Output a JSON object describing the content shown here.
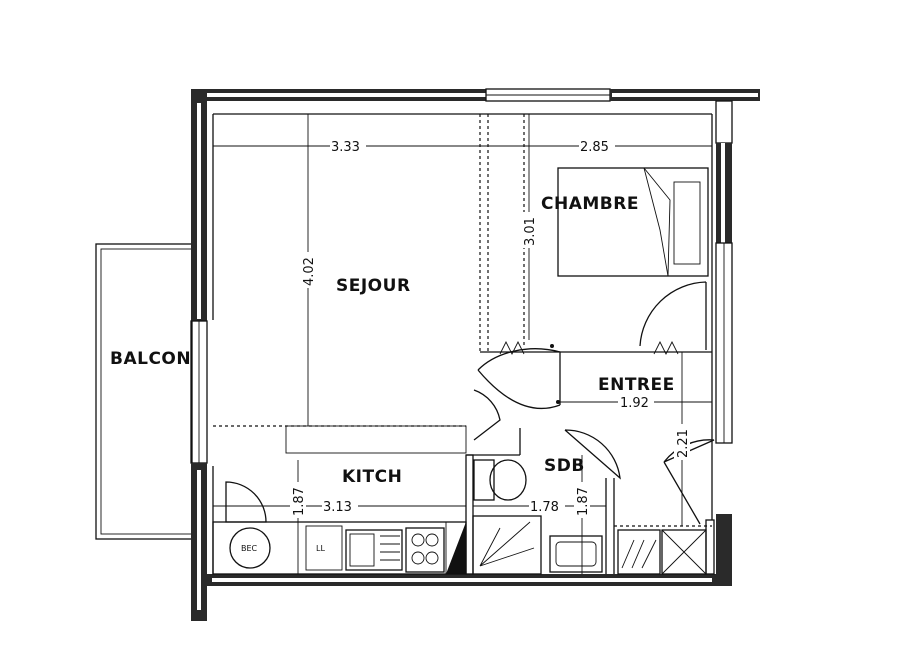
{
  "rooms": {
    "sejour": "SEJOUR",
    "chambre": "CHAMBRE",
    "balcon": "BALCON",
    "entree": "ENTREE",
    "kitch": "KITCH",
    "sdb": "SDB"
  },
  "dimensions": {
    "sejour_width": "3.33",
    "chambre_width": "2.85",
    "sejour_depth": "4.02",
    "chambre_depth": "3.01",
    "entree_width": "1.92",
    "entree_depth": "2.21",
    "kitch_width": "3.13",
    "kitch_depth": "1.87",
    "sdb_width": "1.78",
    "sdb_depth": "1.87"
  },
  "fixtures": {
    "boiler": "BEC",
    "washer": "LL"
  }
}
